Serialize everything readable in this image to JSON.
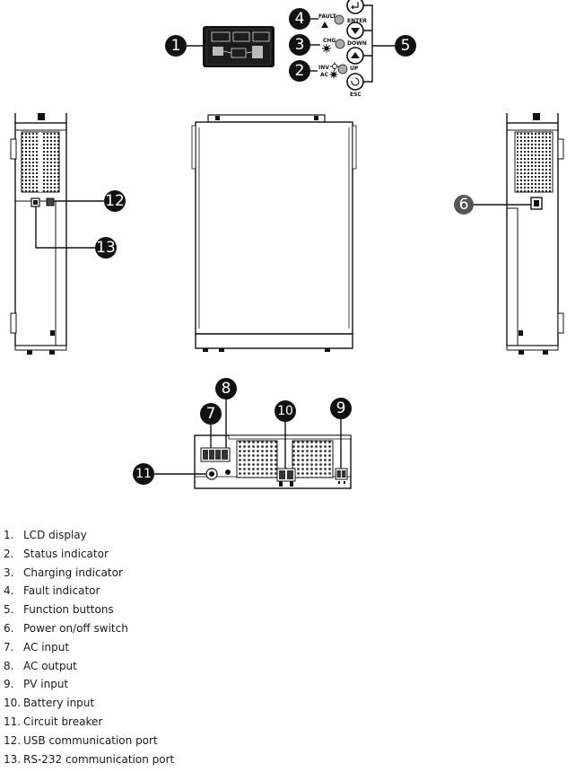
{
  "panel": {
    "fault_label": "FAULT",
    "chg_label": "CHG",
    "inv_label": "INV",
    "ac_label": "AC",
    "enter_label": "ENTER",
    "down_label": "DOWN",
    "up_label": "UP",
    "esc_label": "ESC"
  },
  "callouts": {
    "c1": "1",
    "c2": "2",
    "c3": "3",
    "c4": "4",
    "c5": "5",
    "c6": "6",
    "c7": "7",
    "c8": "8",
    "c9": "9",
    "c10": "10",
    "c11": "11",
    "c12": "12",
    "c13": "13"
  },
  "legend": [
    {
      "num": "1.",
      "label": "LCD display"
    },
    {
      "num": "2.",
      "label": "Status indicator"
    },
    {
      "num": "3.",
      "label": "Charging indicator"
    },
    {
      "num": "4.",
      "label": "Fault indicator"
    },
    {
      "num": "5.",
      "label": "Function buttons"
    },
    {
      "num": "6.",
      "label": "Power on/off switch"
    },
    {
      "num": "7.",
      "label": "AC input"
    },
    {
      "num": "8.",
      "label": "AC output"
    },
    {
      "num": "9.",
      "label": "PV input"
    },
    {
      "num": "10.",
      "label": "Battery input"
    },
    {
      "num": "11.",
      "label": "Circuit breaker"
    },
    {
      "num": "12.",
      "label": "USB communication port"
    },
    {
      "num": "13.",
      "label": "RS-232 communication port"
    }
  ]
}
